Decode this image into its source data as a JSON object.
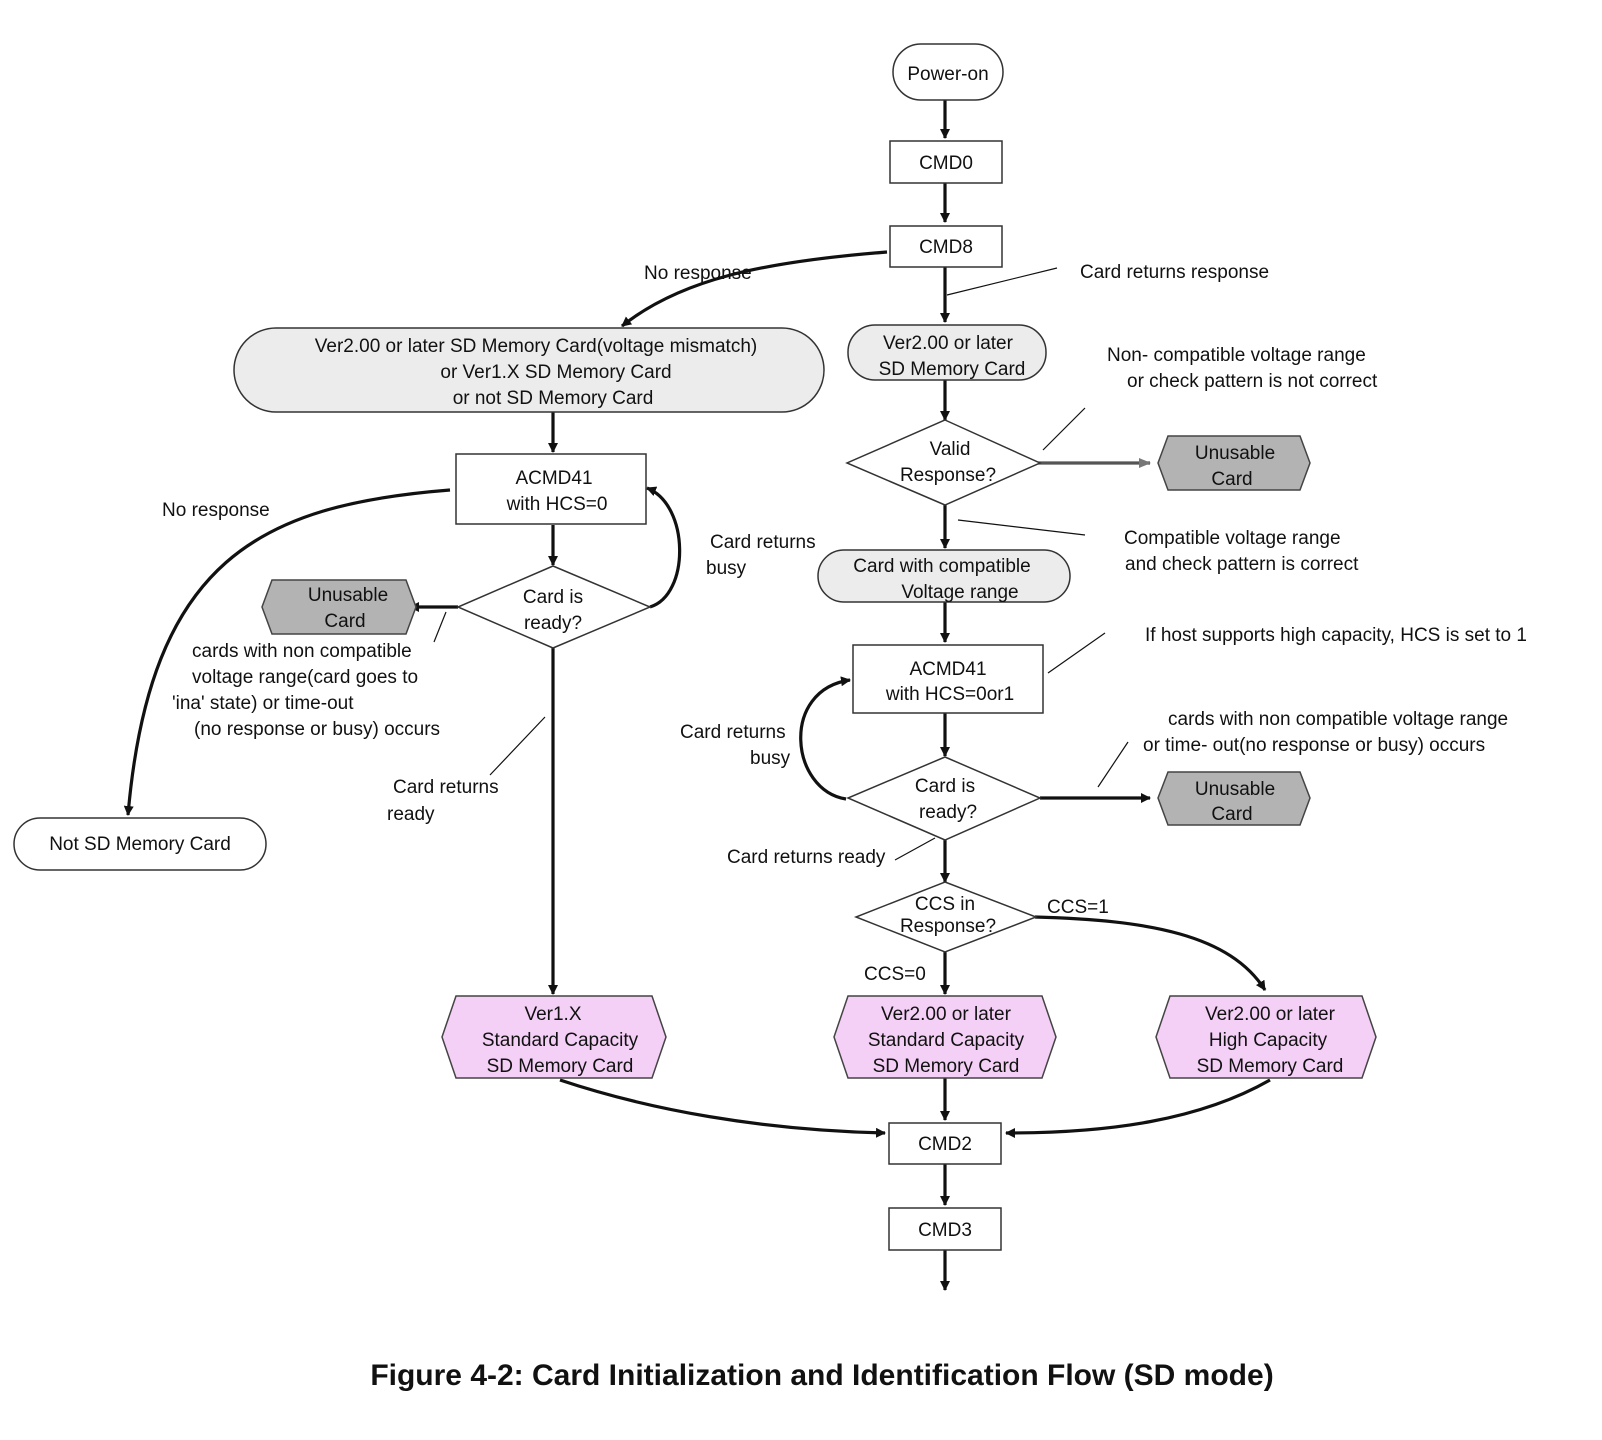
{
  "nodes": {
    "power_on": "Power-on",
    "cmd0": "CMD0",
    "cmd8": "CMD8",
    "left_card": [
      "Ver2.00 or later SD Memory Card(voltage mismatch)",
      "or Ver1.X SD Memory Card",
      "or not SD Memory Card"
    ],
    "ver2_card": [
      "Ver2.00 or later",
      "SD Memory Card"
    ],
    "valid_response": [
      "Valid",
      "Response?"
    ],
    "unusable_right_top": [
      "Unusable",
      "Card"
    ],
    "compatible_card": [
      "Card with compatible",
      "Voltage range"
    ],
    "acmd41_right": [
      "ACMD41",
      "with HCS=0or1"
    ],
    "card_ready_right": [
      "Card is",
      "ready?"
    ],
    "unusable_right_mid": [
      "Unusable",
      "Card"
    ],
    "ccs_response": [
      "CCS in",
      "Response?"
    ],
    "acmd41_left": [
      "ACMD41",
      "with HCS=0"
    ],
    "card_ready_left": [
      "Card is",
      "ready?"
    ],
    "unusable_left": [
      "Unusable",
      "Card"
    ],
    "not_sd_card": "Not SD Memory Card",
    "ver1x_std": [
      "Ver1.X",
      "Standard Capacity",
      "SD Memory Card"
    ],
    "ver2_std": [
      "Ver2.00 or later",
      "Standard Capacity",
      "SD Memory Card"
    ],
    "ver2_high": [
      "Ver2.00 or later",
      "High Capacity",
      "SD Memory Card"
    ],
    "cmd2": "CMD2",
    "cmd3": "CMD3"
  },
  "labels": {
    "no_response_top": "No response",
    "card_returns_response": "Card returns response",
    "noncompat_top": [
      "Non-   compatible voltage range",
      "or check pattern is not correct"
    ],
    "compat_correct": [
      "Compatible voltage range",
      "and check pattern is correct"
    ],
    "hcs_note": "If host supports high capacity, HCS is set to 1",
    "cards_noncompat_right": [
      "cards with non compatible voltage range",
      "or time-    out(no response or busy) occurs"
    ],
    "busy_right": [
      "Card returns",
      "busy"
    ],
    "ready_right": "Card returns ready",
    "ccs1": "CCS=1",
    "ccs0": "CCS=0",
    "no_response_left": "No response",
    "busy_left": [
      "Card returns",
      "busy"
    ],
    "cards_noncompat_left": [
      "cards with non compatible",
      "voltage range(card goes to",
      "'ina' state) or time-out",
      "(no response or busy) occurs"
    ],
    "ready_left": [
      "Card returns",
      "ready"
    ]
  },
  "caption": "Figure 4-2: Card Initialization and Identification Flow (SD mode)",
  "colors": {
    "rounded_fill": "#ececec",
    "unusable_fill": "#b3b3b3",
    "final_card_fill": "#f4cff6"
  }
}
